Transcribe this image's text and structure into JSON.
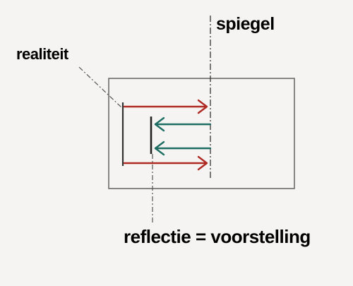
{
  "labels": {
    "mirror": "spiegel",
    "reality": "realiteit",
    "reflection": "reflectie = voorstelling"
  },
  "colors": {
    "paper": "#f5f4f2",
    "pencil": "#5c5c5c",
    "red_arrow": "#b02a24",
    "green_arrow": "#1f6e63"
  }
}
